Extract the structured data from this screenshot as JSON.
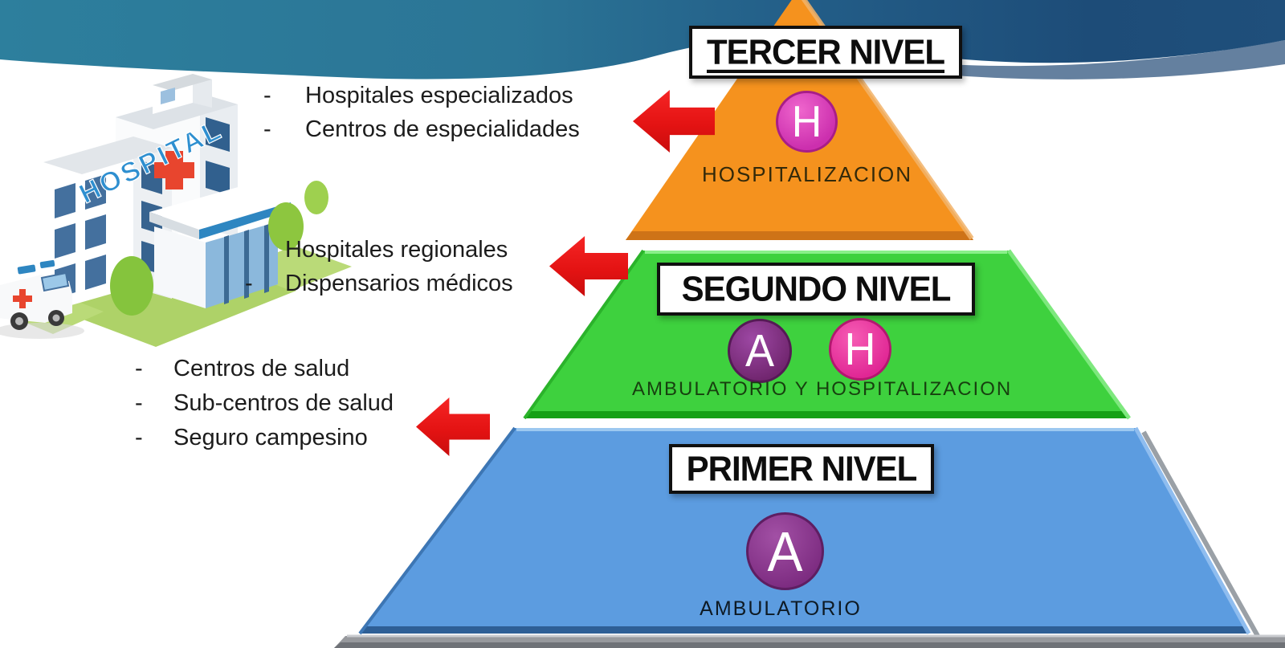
{
  "slide": {
    "colors": {
      "wave_teal": "#2D7E9B",
      "wave_navy": "#1D4C78",
      "wave_light_stripe": "#64809F",
      "arrow_red": "#E41313",
      "base_gray": "#97999D"
    }
  },
  "pyramid": {
    "levels": [
      {
        "name": "TERCER NIVEL",
        "caption": "HOSPITALIZACION",
        "color": "#F5921E",
        "badges": [
          {
            "letter": "H",
            "color": "#CC2FAE"
          }
        ]
      },
      {
        "name": "SEGUNDO NIVEL",
        "caption": "AMBULATORIO Y HOSPITALIZACION",
        "color": "#3ED13E",
        "badges": [
          {
            "letter": "A",
            "color": "#71266F"
          },
          {
            "letter": "H",
            "color": "#E02694"
          }
        ]
      },
      {
        "name": "PRIMER NIVEL",
        "caption": "AMBULATORIO",
        "color": "#5C9CE0",
        "badges": [
          {
            "letter": "A",
            "color": "#7D2C81"
          }
        ]
      }
    ]
  },
  "annotations": [
    {
      "items": [
        {
          "dash": "-",
          "text": "Hospitales especializados"
        },
        {
          "dash": "-",
          "text": "Centros de especialidades"
        }
      ]
    },
    {
      "items": [
        {
          "dash": "",
          "text": "Hospitales regionales"
        },
        {
          "dash": "-",
          "text": "Dispensarios médicos"
        }
      ]
    },
    {
      "items": [
        {
          "dash": "-",
          "text": "Centros de salud"
        },
        {
          "dash": "-",
          "text": "Sub-centros de salud"
        },
        {
          "dash": "-",
          "text": "Seguro campesino"
        }
      ]
    }
  ],
  "hospital": {
    "sign": "HOSPITAL"
  }
}
